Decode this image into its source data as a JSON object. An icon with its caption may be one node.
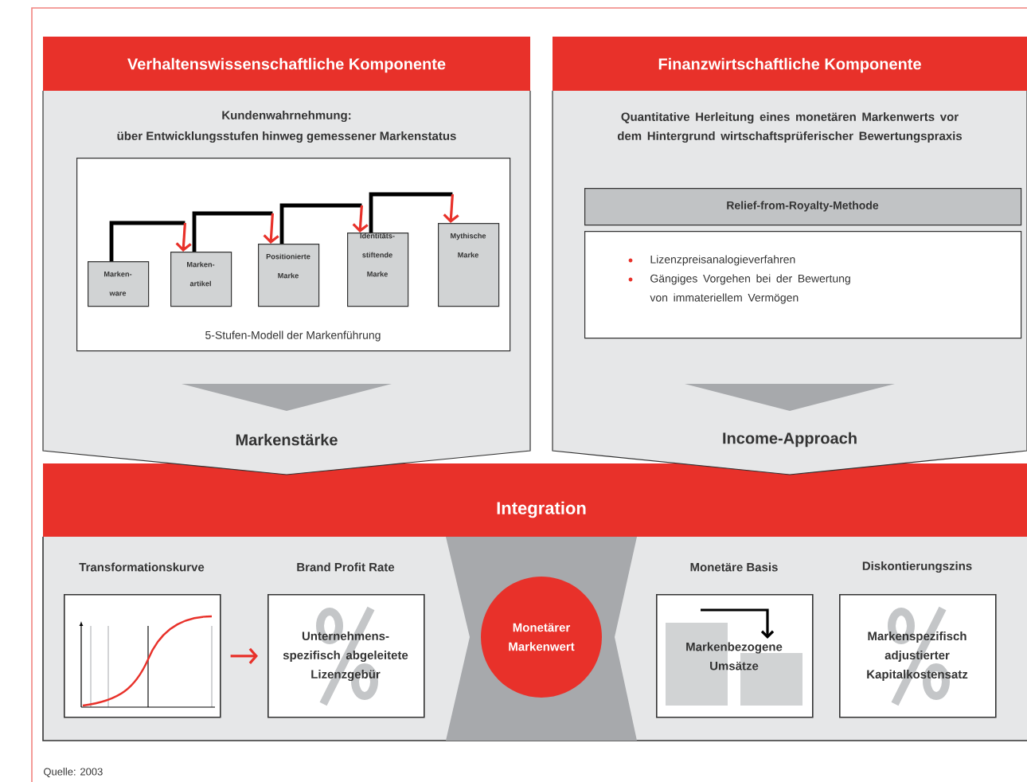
{
  "diagram": {
    "nodes": [
      {
        "text": [
          "Verhaltenswissenschaftliche Komponente",
          "Kundenwahrnehmung:",
          "über Entwicklungsstufen hinweg gemessener Markenstatus",
          "Markenstärke"
        ]
      },
      {
        "text": [
          "5-Stufen-Modell der Markenführung"
        ],
        "in": 0
      },
      {
        "text": [
          "Marken-ware"
        ],
        "in": 1
      },
      {
        "text": [
          "Marken-artikel"
        ],
        "in": 1
      },
      {
        "text": [
          "Positionierte Marke"
        ],
        "in": 1
      },
      {
        "text": [
          "Identitäts-stiftende Marke"
        ],
        "in": 1
      },
      {
        "text": [
          "Mythische Marke"
        ],
        "in": 1
      },
      {
        "text": [
          "Finanzwirtschaftliche Komponente",
          "Quantitative Herleitung eines monetären Markenwerts vor dem Hintergrund wirtschaftsprüferischer Bewertungspraxis",
          "Income-Approach"
        ]
      },
      {
        "text": [
          "Relief-from-Royalty-Methode"
        ],
        "in": 7
      },
      {
        "text": [
          "Lizenzpreisanalogieverfahren",
          "Gängiges Vorgehen bei der Bewertung von immateriellem Vermögen"
        ],
        "in": 7
      },
      {
        "text": [
          "Integration"
        ]
      },
      {
        "text": [
          "Transformationskurve"
        ],
        "in": 10
      },
      {
        "text": [
          "Brand Profit Rate",
          "Unternehmens-spezifisch abgeleitete Lizenzgebür"
        ],
        "in": 10
      },
      {
        "text": [
          "Monetärer Markenwert"
        ],
        "in": 10
      },
      {
        "text": [
          "Monetäre Basis",
          "Markenbezogene Umsätze"
        ],
        "in": 10
      },
      {
        "text": [
          "Diskontierungszins",
          "Markenspezifisch adjustierter Kapitalkostensatz"
        ],
        "in": 10
      }
    ],
    "edges": [
      {
        "from": 2,
        "to": 3,
        "arrow": "to"
      },
      {
        "from": 3,
        "to": 4,
        "arrow": "to"
      },
      {
        "from": 4,
        "to": 5,
        "arrow": "to"
      },
      {
        "from": 5,
        "to": 6,
        "arrow": "to"
      },
      {
        "from": 11,
        "to": 12,
        "arrow": "to",
        "color": "#e8312a"
      }
    ],
    "labels": [
      "Quelle: 2003"
    ]
  }
}
